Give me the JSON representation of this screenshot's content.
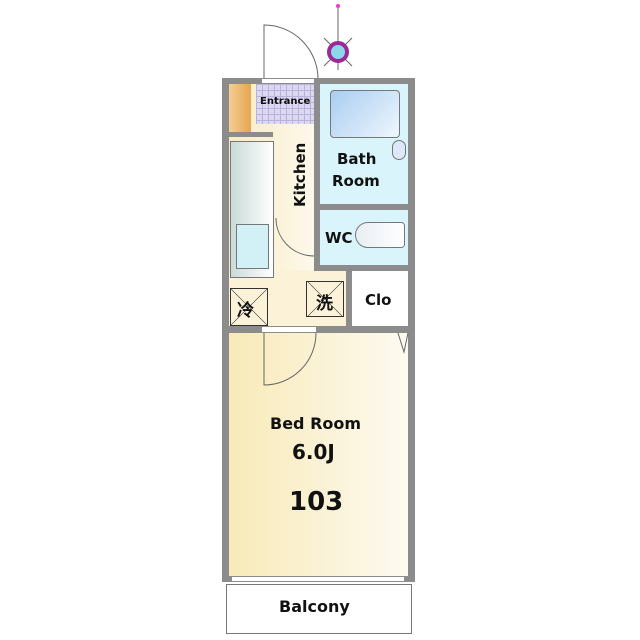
{
  "rooms": {
    "entrance": "Entrance",
    "kitchen": "Kitchen",
    "bath": "Bath Room",
    "bath_line1": "Bath",
    "bath_line2": "Room",
    "wc": "WC",
    "closet": "Clo",
    "fridge": "冷",
    "washer": "洗",
    "bedroom": "Bed Room",
    "bedroom_size": "6.0J",
    "unit_number": "103",
    "balcony": "Balcony"
  },
  "colors": {
    "wall": "#8c8c8c",
    "bedroom": "#fbf3d6",
    "bath": "#d8f3fb",
    "entrance": "#dcd8f0",
    "shoebox": "#e9b062"
  }
}
